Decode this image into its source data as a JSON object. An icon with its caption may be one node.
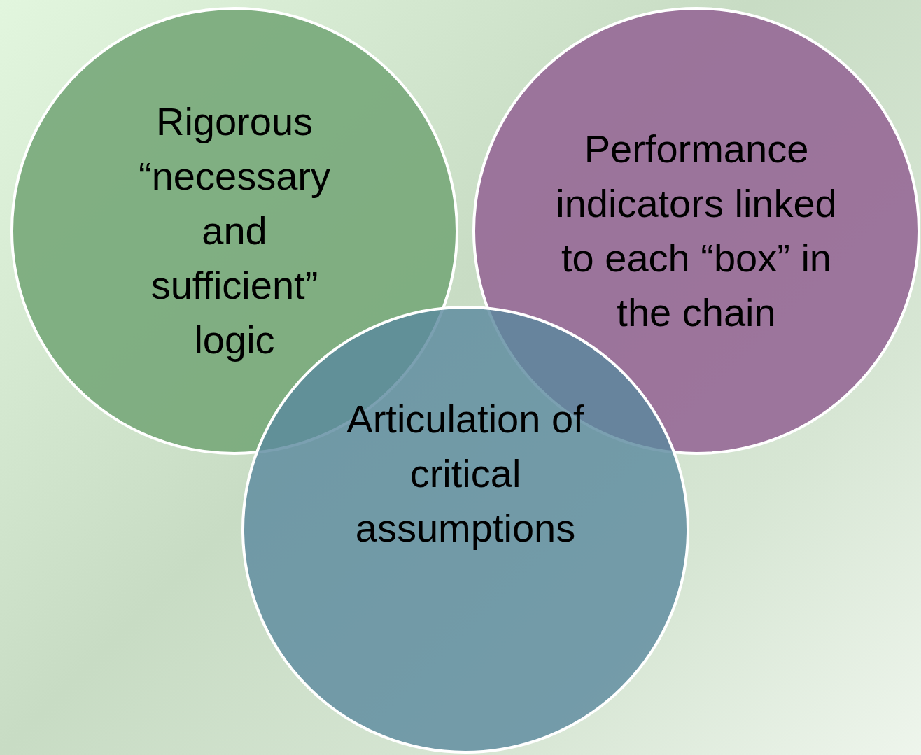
{
  "diagram": {
    "nodes": [
      {
        "text": [
          "Rigorous “necessary and sufficient” logic"
        ]
      },
      {
        "text": [
          "Performance indicators linked to each “box” in the chain"
        ]
      },
      {
        "text": [
          "Articulation of critical assumptions"
        ]
      }
    ]
  }
}
